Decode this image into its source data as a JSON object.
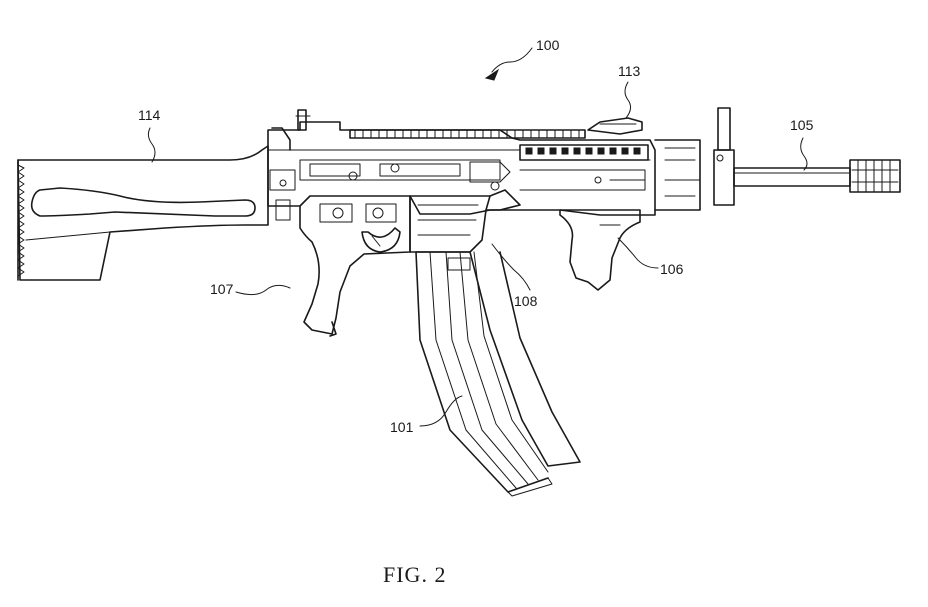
{
  "figure": {
    "caption": "FIG. 2",
    "references": {
      "r100": "100",
      "r113": "113",
      "r114": "114",
      "r105": "105",
      "r107": "107",
      "r108": "108",
      "r106": "106",
      "r101": "101"
    }
  }
}
